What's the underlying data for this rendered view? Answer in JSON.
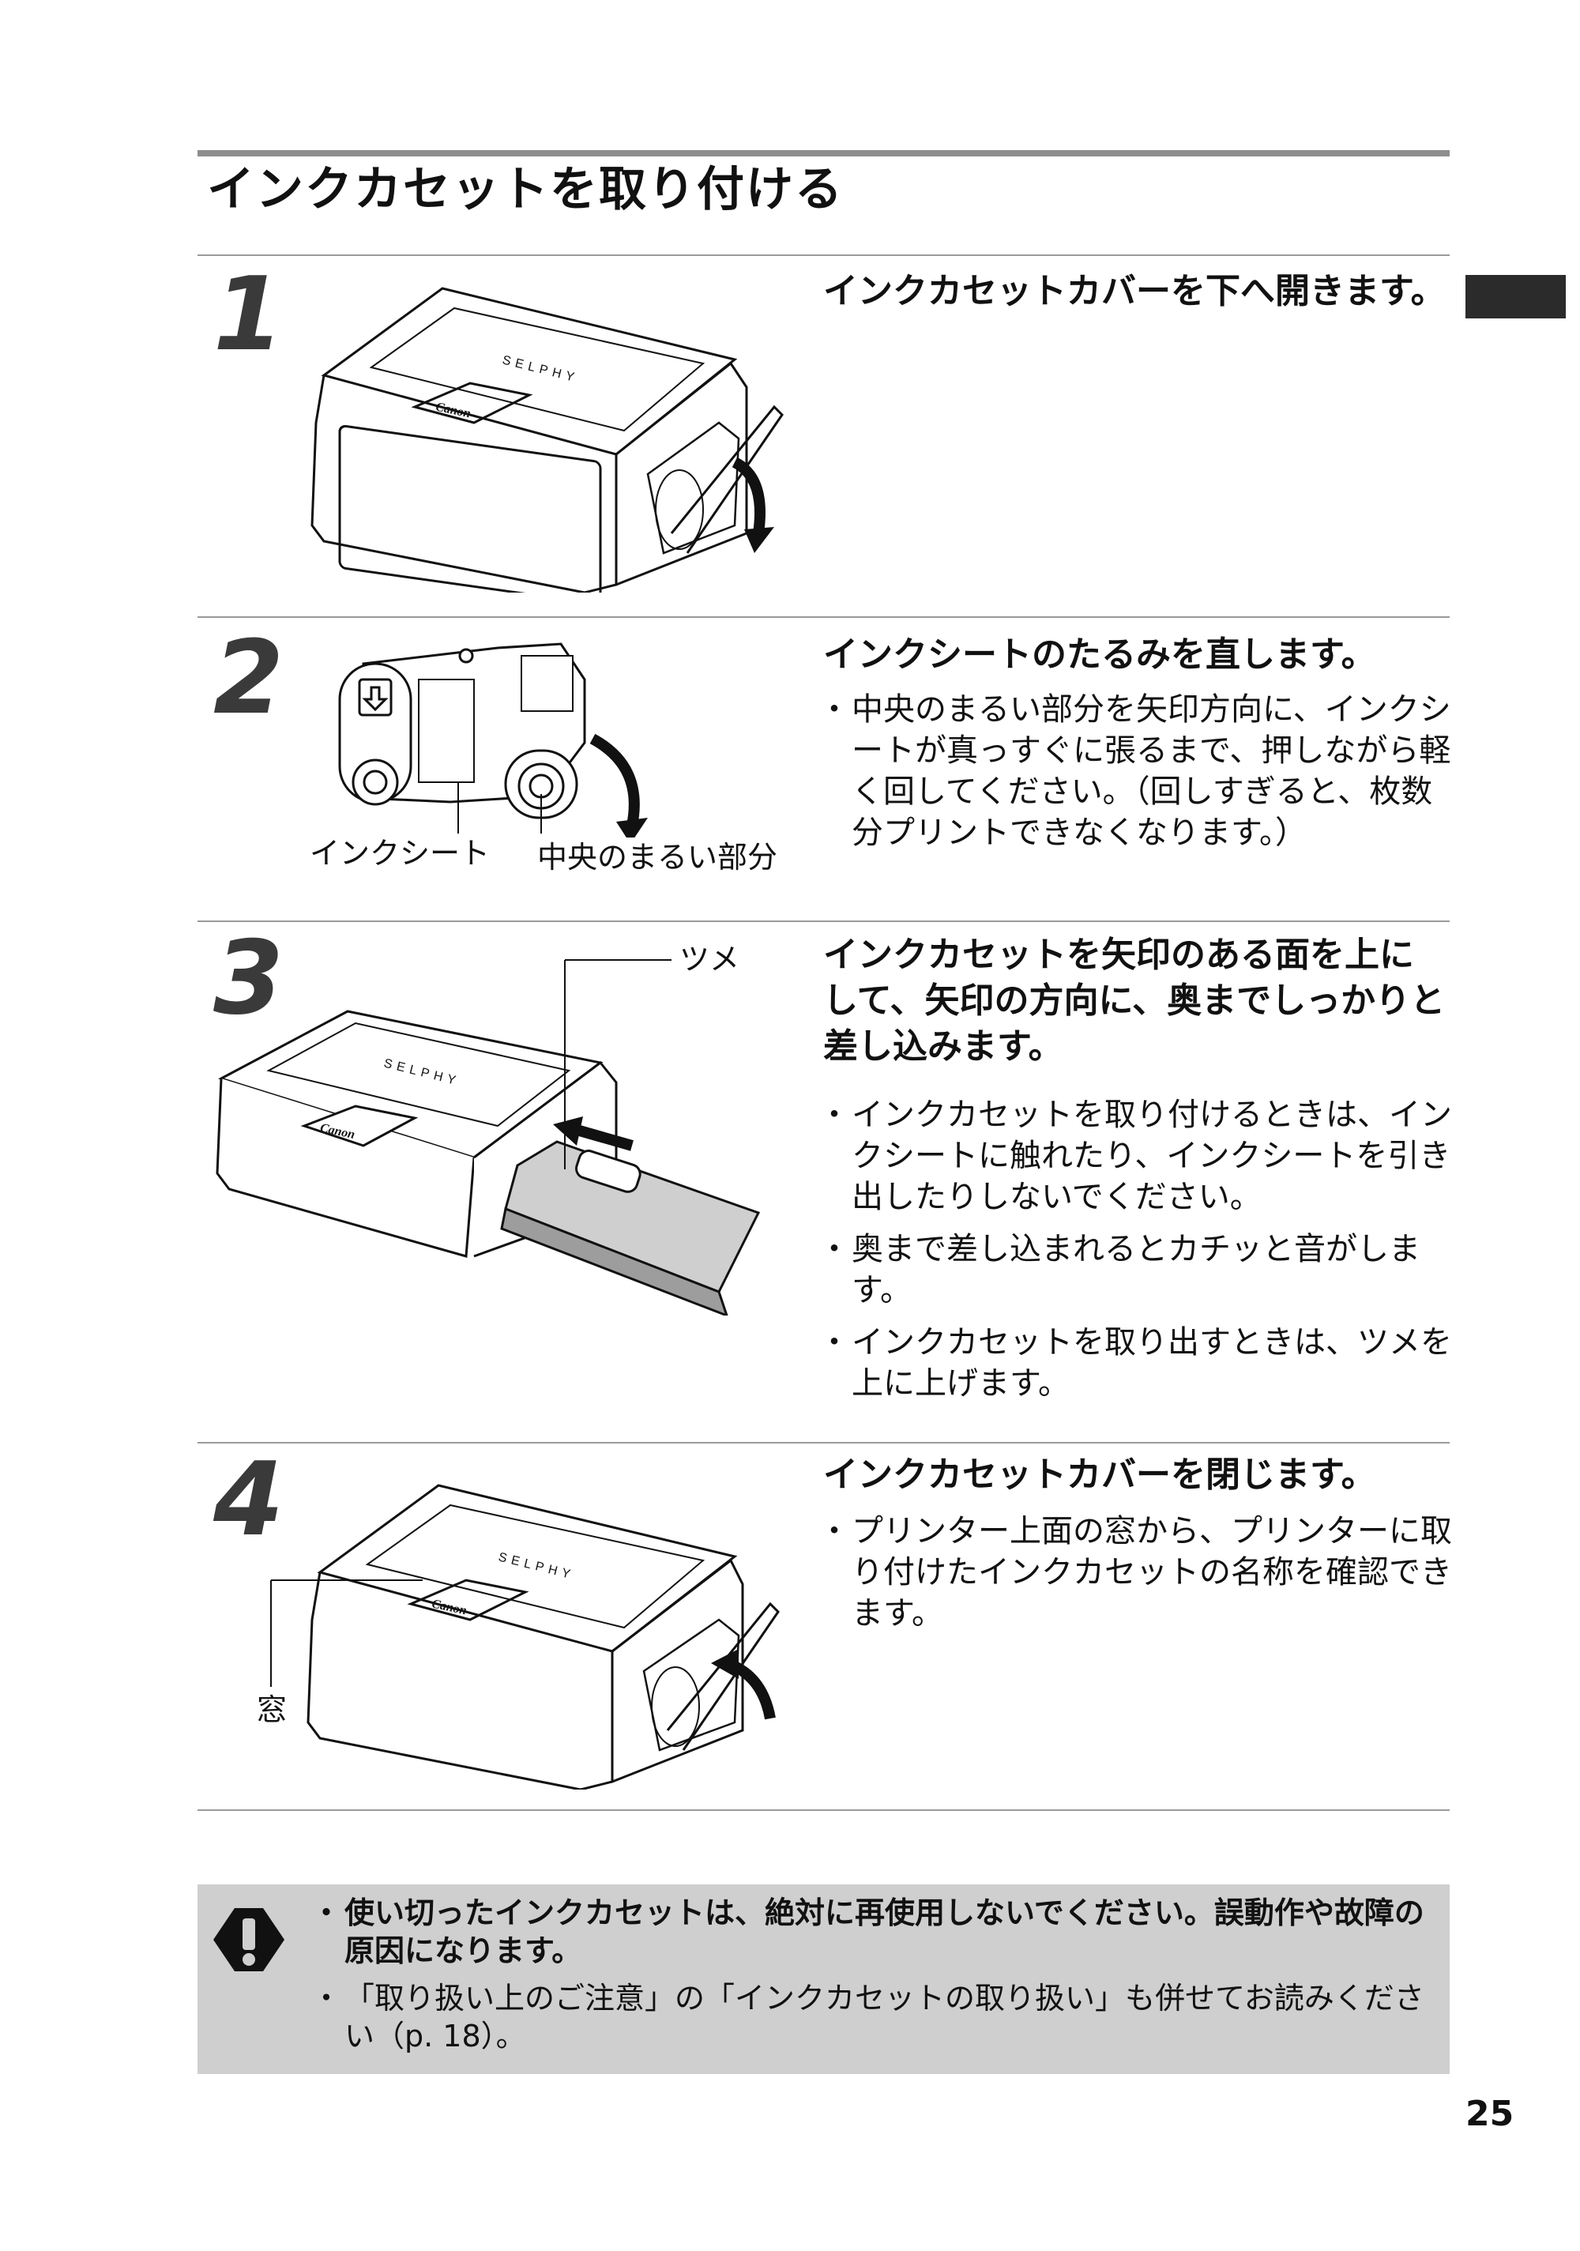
{
  "page": {
    "title": "インクカセットを取り付ける",
    "page_number": "25"
  },
  "steps": [
    {
      "number": "1",
      "heading": "インクカセットカバーを下へ開きます。",
      "bullets": []
    },
    {
      "number": "2",
      "heading": "インクシートのたるみを直します。",
      "bullets": [
        "中央のまるい部分を矢印方向に、インクシートが真っすぐに張るまで、押しながら軽く回してください。（回しすぎると、枚数分プリントできなくなります。）"
      ],
      "labels": {
        "ink_sheet": "インクシート",
        "center_round": "中央のまるい部分"
      }
    },
    {
      "number": "3",
      "heading": "インクカセットを矢印のある面を上にして、矢印の方向に、奥までしっかりと差し込みます。",
      "bullets": [
        "インクカセットを取り付けるときは、インクシートに触れたり、インクシートを引き出したりしないでください。",
        "奥まで差し込まれるとカチッと音がします。",
        "インクカセットを取り出すときは、ツメを上に上げます。"
      ],
      "labels": {
        "tab": "ツメ"
      }
    },
    {
      "number": "4",
      "heading": "インクカセットカバーを閉じます。",
      "bullets": [
        "プリンター上面の窓から、プリンターに取り付けたインクカセットの名称を確認できます。"
      ],
      "labels": {
        "window": "窓"
      }
    }
  ],
  "printer_marks": {
    "brand": "Canon",
    "model": "SELPHY"
  },
  "note": {
    "icon": "caution-icon",
    "items": [
      "使い切ったインクカセットは、絶対に再使用しないでください。誤動作や故障の原因になります。",
      "「取り扱い上のご注意」の「インクカセットの取り扱い」も併せてお読みください（p. 18）。"
    ]
  }
}
